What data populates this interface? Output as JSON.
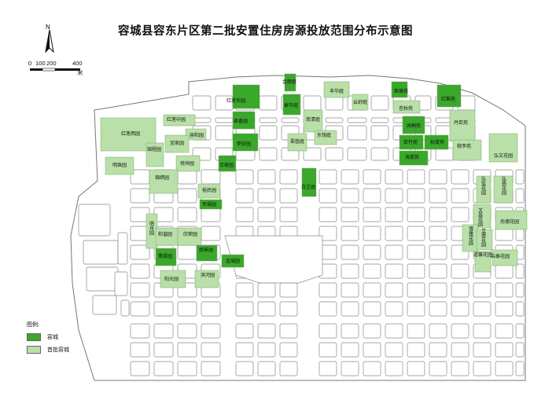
{
  "title": "容城县容东片区第二批安置住房房源投放范围分布示意图",
  "north": "N",
  "scale": {
    "ticks": [
      "0",
      "100",
      "200",
      "400"
    ],
    "unit": "米"
  },
  "legend": {
    "header": "图例:",
    "items": [
      {
        "label": "容城",
        "color": "#3aa82a"
      },
      {
        "label": "首批容城",
        "color": "#b9e0a8"
      }
    ]
  },
  "areas": [
    {
      "label": "金丽庭",
      "cat": "rongcheng"
    },
    {
      "label": "丰华庭",
      "cat": "shoupi"
    },
    {
      "label": "紫薇苑",
      "cat": "rongcheng"
    },
    {
      "label": "红莲东园",
      "cat": "rongcheng"
    },
    {
      "label": "泰华庭",
      "cat": "rongcheng"
    },
    {
      "label": "云舒庭",
      "cat": "shoupi"
    },
    {
      "label": "杏秋苑",
      "cat": "shoupi"
    },
    {
      "label": "红枫苑",
      "cat": "rongcheng"
    },
    {
      "label": "红莲中园",
      "cat": "shoupi"
    },
    {
      "label": "君香园",
      "cat": "rongcheng"
    },
    {
      "label": "南清庭",
      "cat": "shoupi"
    },
    {
      "label": "闻桐苑",
      "cat": "rongcheng"
    },
    {
      "label": "丹若苑",
      "cat": "shoupi"
    },
    {
      "label": "红莲西园",
      "cat": "shoupi"
    },
    {
      "label": "容和园",
      "cat": "shoupi"
    },
    {
      "label": "宜家园",
      "cat": "shoupi"
    },
    {
      "label": "荣安园",
      "cat": "rongcheng"
    },
    {
      "label": "东钱庭",
      "cat": "shoupi"
    },
    {
      "label": "翠茵庭",
      "cat": "shoupi"
    },
    {
      "label": "若竹苑",
      "cat": "rongcheng"
    },
    {
      "label": "秋棠苑",
      "cat": "rongcheng"
    },
    {
      "label": "桃李苑",
      "cat": "shoupi"
    },
    {
      "label": "锦程园",
      "cat": "shoupi"
    },
    {
      "label": "明珠园",
      "cat": "shoupi"
    },
    {
      "label": "悦祥园",
      "cat": "shoupi"
    },
    {
      "label": "合泰园",
      "cat": "rongcheng"
    },
    {
      "label": "海棠苑",
      "cat": "rongcheng"
    },
    {
      "label": "弘文花园",
      "cat": "shoupi"
    },
    {
      "label": "锦绣园",
      "cat": "shoupi"
    },
    {
      "label": "白芷庭",
      "cat": "rongcheng"
    },
    {
      "label": "弘信花园",
      "cat": "shoupi"
    },
    {
      "label": "弘扬花园",
      "cat": "shoupi"
    },
    {
      "label": "裕民园",
      "cat": "shoupi"
    },
    {
      "label": "幸福园",
      "cat": "rongcheng"
    },
    {
      "label": "文昌花园",
      "cat": "shoupi"
    },
    {
      "label": "尚德花园",
      "cat": "shoupi"
    },
    {
      "label": "明月园",
      "cat": "shoupi"
    },
    {
      "label": "和谐园",
      "cat": "shoupi"
    },
    {
      "label": "欣荣园",
      "cat": "shoupi"
    },
    {
      "label": "博雅花园",
      "cat": "shoupi"
    },
    {
      "label": "立德花园",
      "cat": "shoupi"
    },
    {
      "label": "翡翠园",
      "cat": "rongcheng"
    },
    {
      "label": "丽景园",
      "cat": "rongcheng"
    },
    {
      "label": "金城园",
      "cat": "rongcheng"
    },
    {
      "label": "道馨花园",
      "cat": "shoupi"
    },
    {
      "label": "启泰花园",
      "cat": "shoupi"
    },
    {
      "label": "阳光园",
      "cat": "shoupi"
    },
    {
      "label": "滨河园",
      "cat": "shoupi"
    }
  ]
}
